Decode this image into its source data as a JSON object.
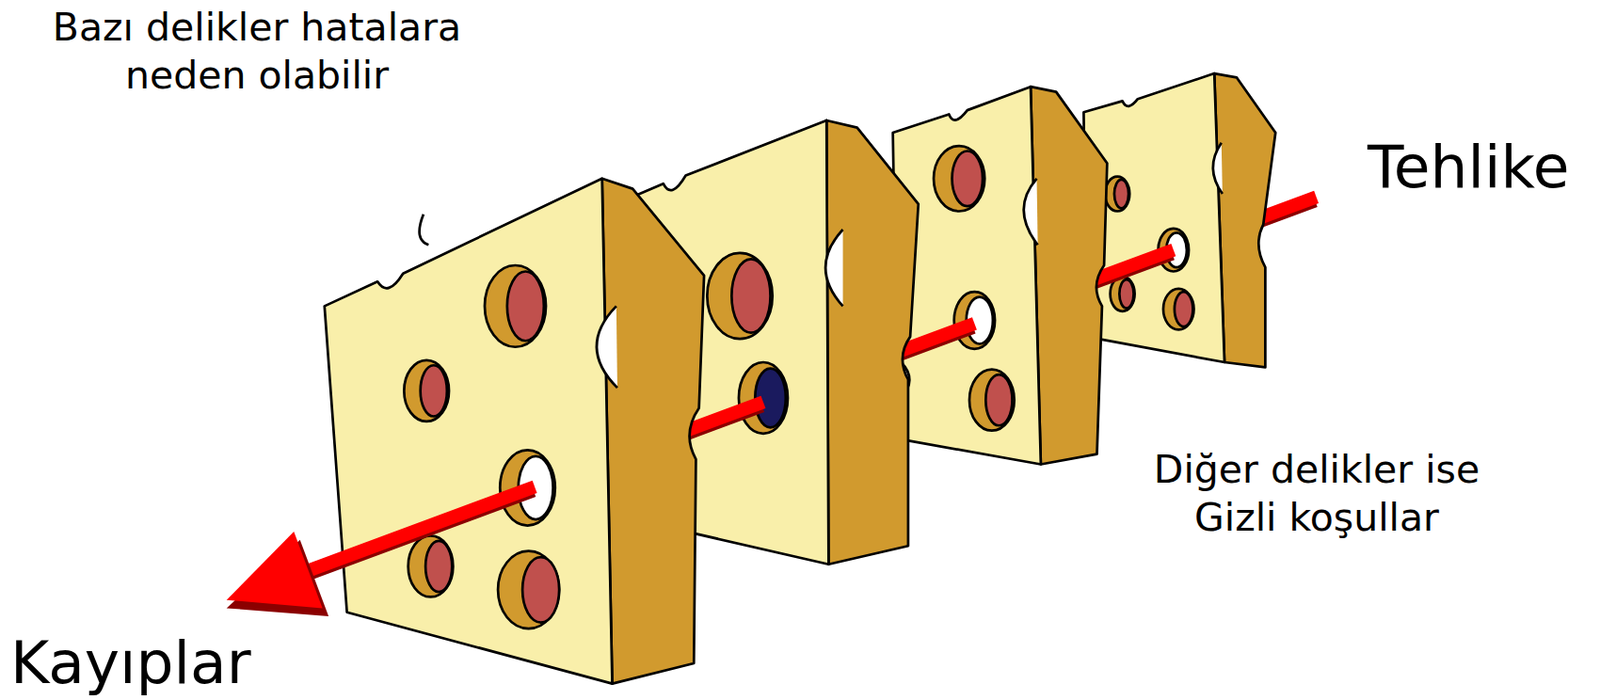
{
  "diagram": {
    "labels": [
      "Bazı delikler hatalara neden olabilir",
      "Tehlike",
      "Diğer delikler ise Gizli koşullar",
      "Kayıplar"
    ]
  }
}
